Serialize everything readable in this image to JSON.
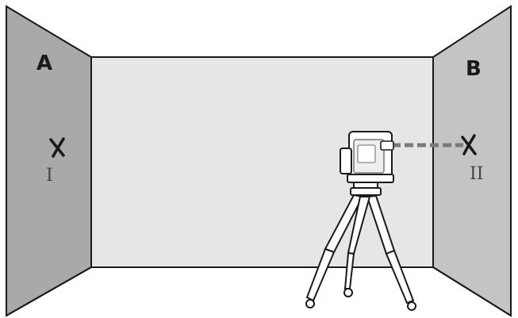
{
  "walls": {
    "left_label": "A",
    "right_label": "B"
  },
  "marks": {
    "left_label": "I",
    "right_label": "II"
  },
  "colors": {
    "side_wall": "#a9a9a9",
    "side_wall_right": "#c4c4c4",
    "back_wall": "#e6e6e6",
    "outline": "#1a1a1a",
    "laser_dash": "#7a7a7a"
  },
  "icons": {
    "instrument": "line-laser-level-icon",
    "stand": "tripod-icon",
    "mark": "x-mark-icon"
  }
}
